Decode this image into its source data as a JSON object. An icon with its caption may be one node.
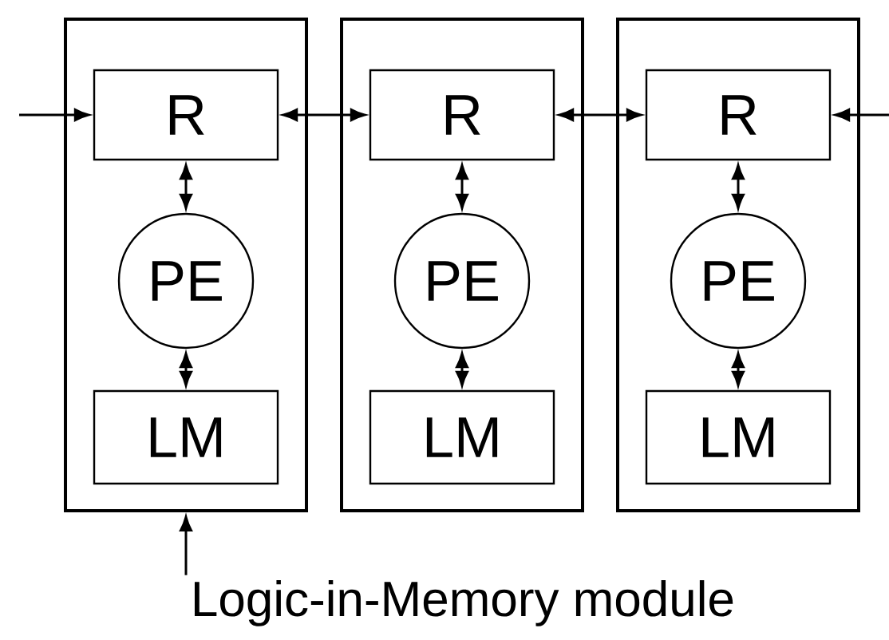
{
  "diagram": {
    "nodes": [
      {
        "text": [],
        "shape": "box"
      },
      {
        "text": [
          "R"
        ],
        "in": 0
      },
      {
        "text": [
          "PE"
        ],
        "in": 0
      },
      {
        "text": [
          "LM"
        ],
        "in": 0
      },
      {
        "text": [],
        "shape": "box"
      },
      {
        "text": [
          "R"
        ],
        "in": 4
      },
      {
        "text": [
          "PE"
        ],
        "in": 4
      },
      {
        "text": [
          "LM"
        ],
        "in": 4
      },
      {
        "text": [],
        "shape": "box"
      },
      {
        "text": [
          "R"
        ],
        "in": 8
      },
      {
        "text": [
          "PE"
        ],
        "in": 8
      },
      {
        "text": [
          "LM"
        ],
        "in": 8
      },
      {
        "text": [
          "Logic-in-Memory module"
        ]
      }
    ],
    "edges": [
      {
        "from": null,
        "to": 1,
        "arrow": "to"
      },
      {
        "from": 1,
        "to": 2,
        "arrow": "both"
      },
      {
        "from": 2,
        "to": 3,
        "arrow": "both"
      },
      {
        "from": 1,
        "to": 5,
        "arrow": "both"
      },
      {
        "from": 5,
        "to": 6,
        "arrow": "both"
      },
      {
        "from": 6,
        "to": 7,
        "arrow": "both"
      },
      {
        "from": 5,
        "to": 9,
        "arrow": "both"
      },
      {
        "from": 9,
        "to": 10,
        "arrow": "both"
      },
      {
        "from": 10,
        "to": 11,
        "arrow": "both"
      },
      {
        "from": null,
        "to": 9,
        "arrow": "to"
      },
      {
        "from": 12,
        "to": 0,
        "arrow": "to"
      }
    ]
  }
}
